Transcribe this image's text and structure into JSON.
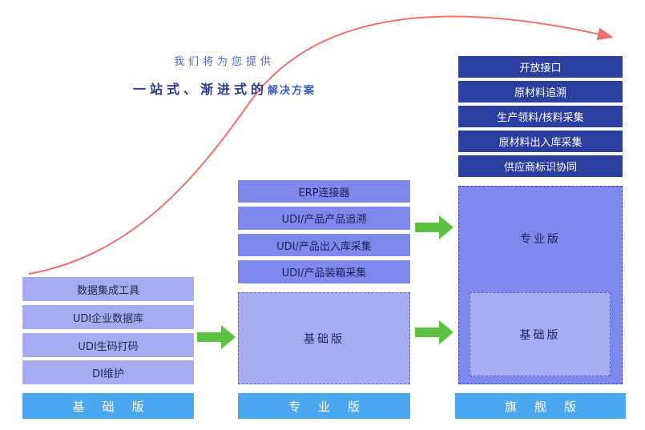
{
  "slogan": {
    "line1": "我们将为您提供",
    "line2_main": "一站式、渐进式的",
    "line2_highlight": "解决方案"
  },
  "columns": {
    "basic": {
      "items": [
        "数据集成工具",
        "UDI企业数据库",
        "UDI生码打码",
        "DI维护"
      ],
      "footer": "基础版"
    },
    "pro": {
      "items": [
        "ERP连接器",
        "UDI/产品产品追溯",
        "UDI/产品出入库采集",
        "UDI/产品装箱采集"
      ],
      "inner_box": "基础版",
      "footer": "专业版"
    },
    "flagship": {
      "items": [
        "开放接口",
        "原材料追溯",
        "生产领料/核料采集",
        "原材料出入库采集",
        "供应商标识协同"
      ],
      "outer_box": "专业版",
      "inner_box": "基础版",
      "footer": "旗舰版"
    }
  },
  "colors": {
    "curve": "#f07070",
    "arrow": "#5cc040",
    "footer": "#4aa7f0",
    "item_light": "#a5adf0",
    "item_mid": "#7f88ec",
    "item_dark": "#2c3f9e"
  }
}
